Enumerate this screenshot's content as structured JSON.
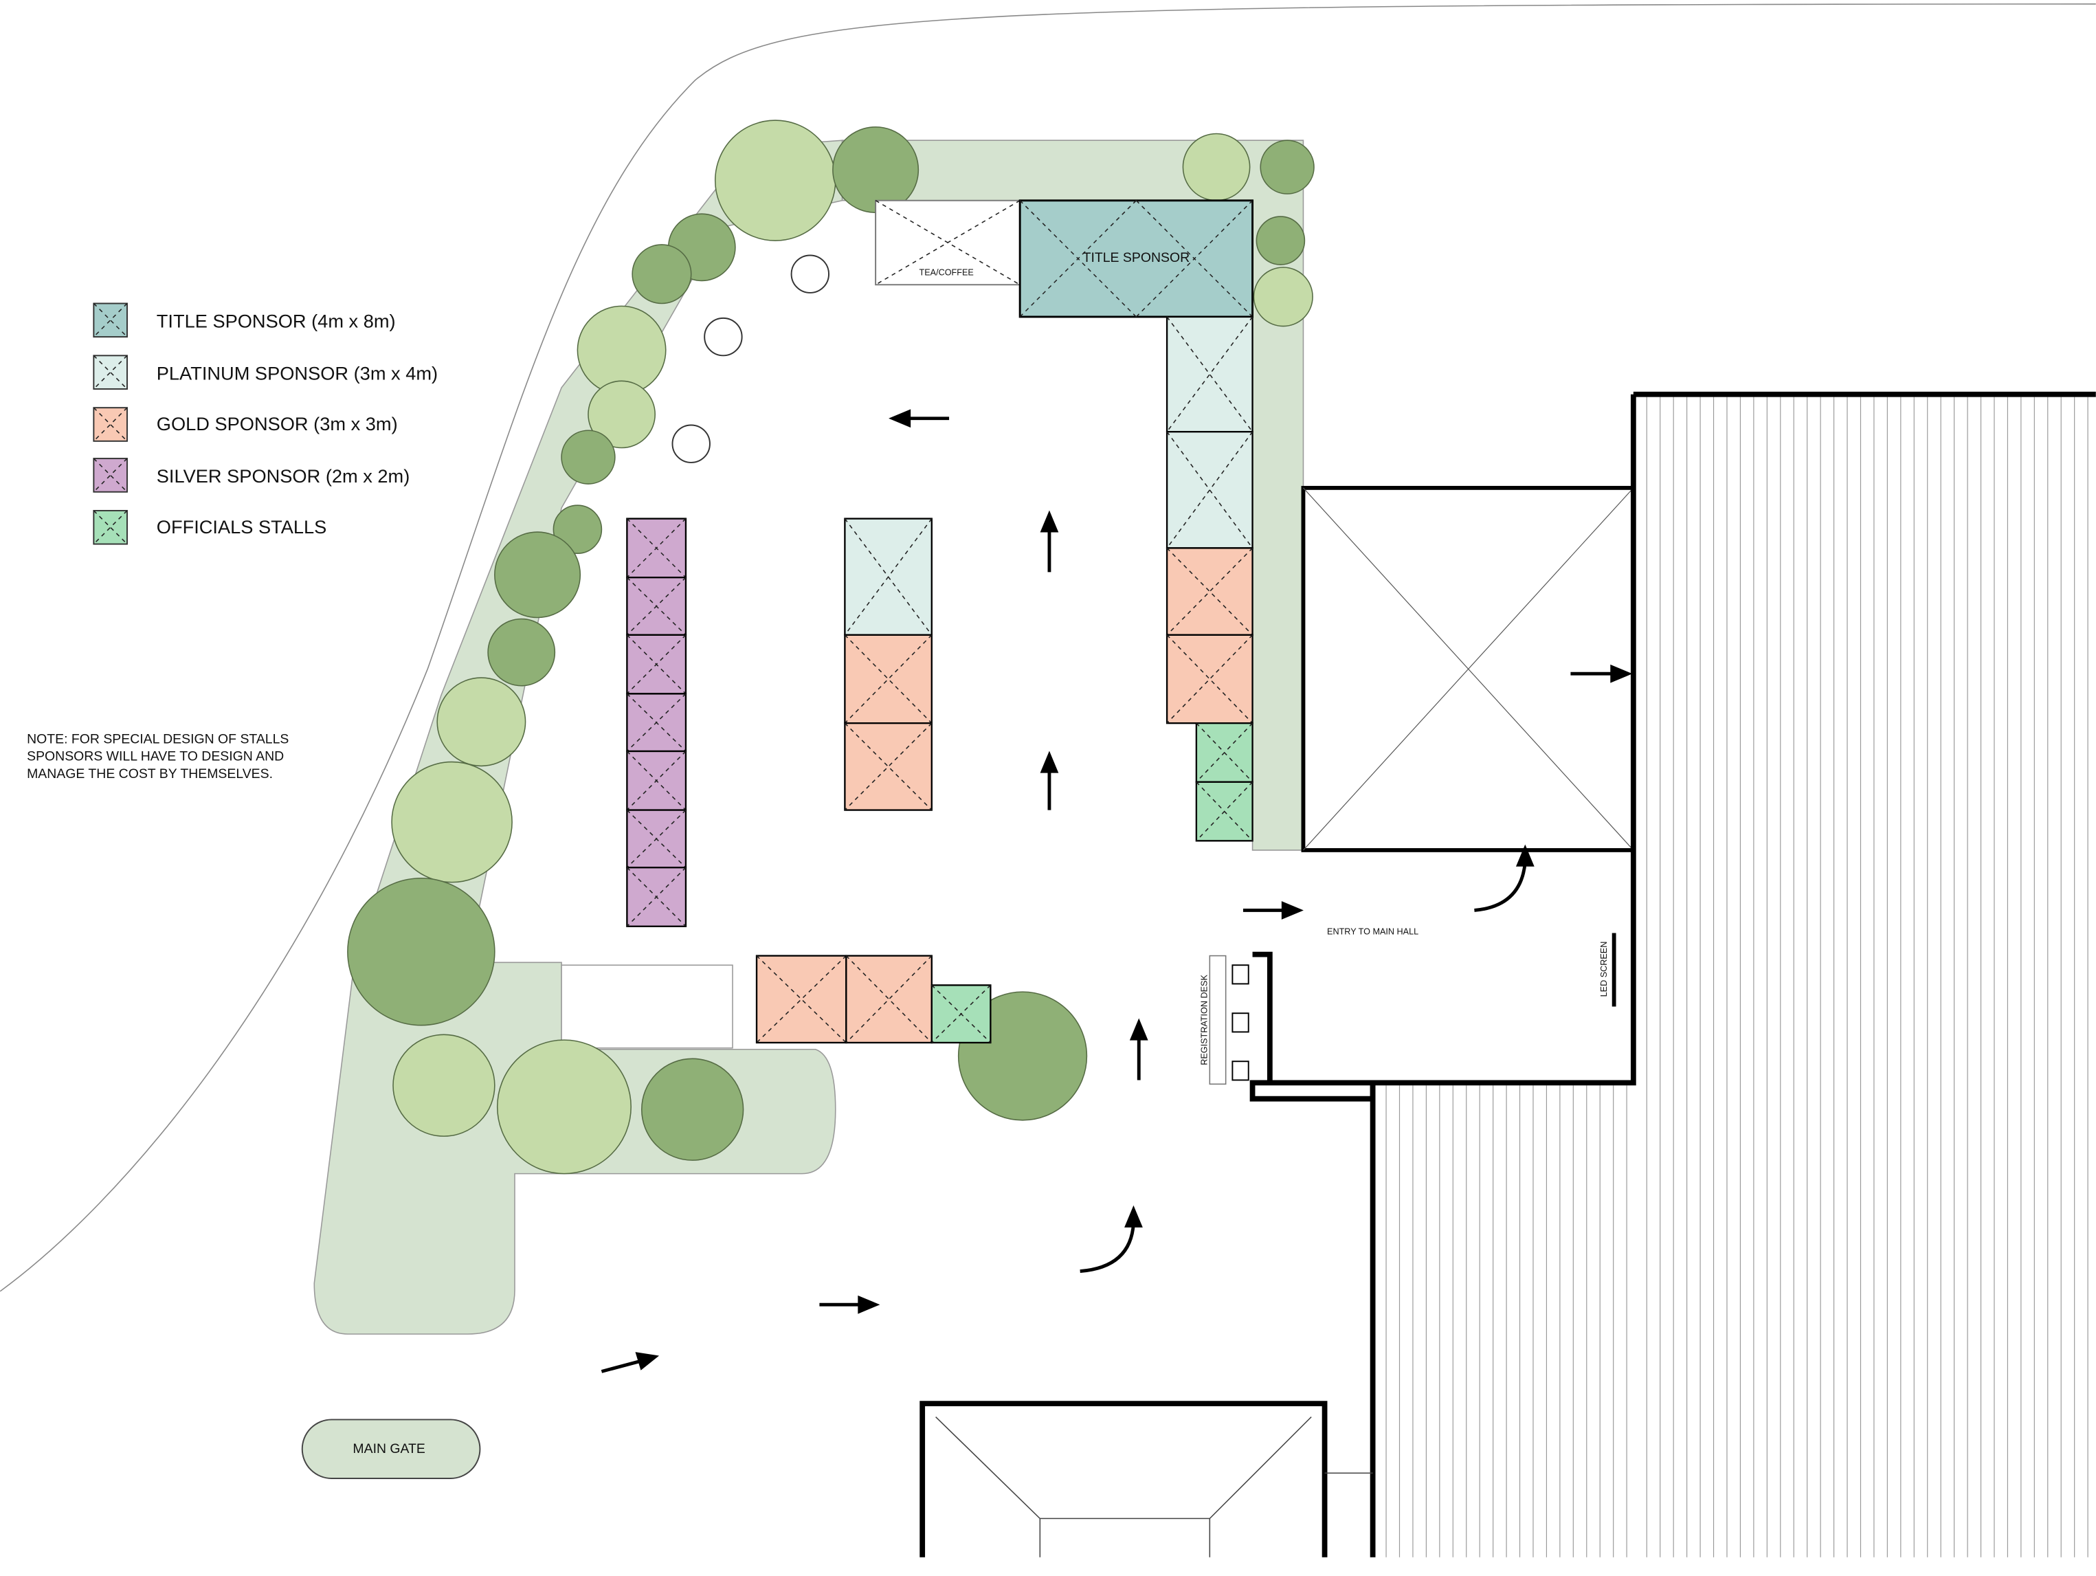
{
  "legend": [
    {
      "label": "TITLE SPONSOR (4m x 8m)",
      "color": "#a5cdca"
    },
    {
      "label": "PLATINUM SPONSOR (3m x 4m)",
      "color": "#ddeeea"
    },
    {
      "label": "GOLD SPONSOR (3m x 3m)",
      "color": "#f9c9b4"
    },
    {
      "label": "SILVER SPONSOR (2m x 2m)",
      "color": "#cfa9cf"
    },
    {
      "label": "OFFICIALS STALLS",
      "color": "#a6e0b8"
    }
  ],
  "note": {
    "line1": "NOTE: FOR SPECIAL DESIGN OF STALLS",
    "line2": "SPONSORS WILL HAVE TO DESIGN AND",
    "line3": "MANAGE THE COST BY THEMSELVES."
  },
  "labels": {
    "title_sponsor": "TITLE SPONSOR",
    "tea_coffee": "TEA/COFFEE",
    "entry": "ENTRY TO MAIN HALL",
    "registration": "REGISTRATION DESK",
    "led": "LED SCREEN",
    "main_gate": "MAIN GATE"
  },
  "colors": {
    "path_green": "#d5e3d0",
    "tree_light": "#c5dba8",
    "tree_dark": "#8fb076"
  }
}
